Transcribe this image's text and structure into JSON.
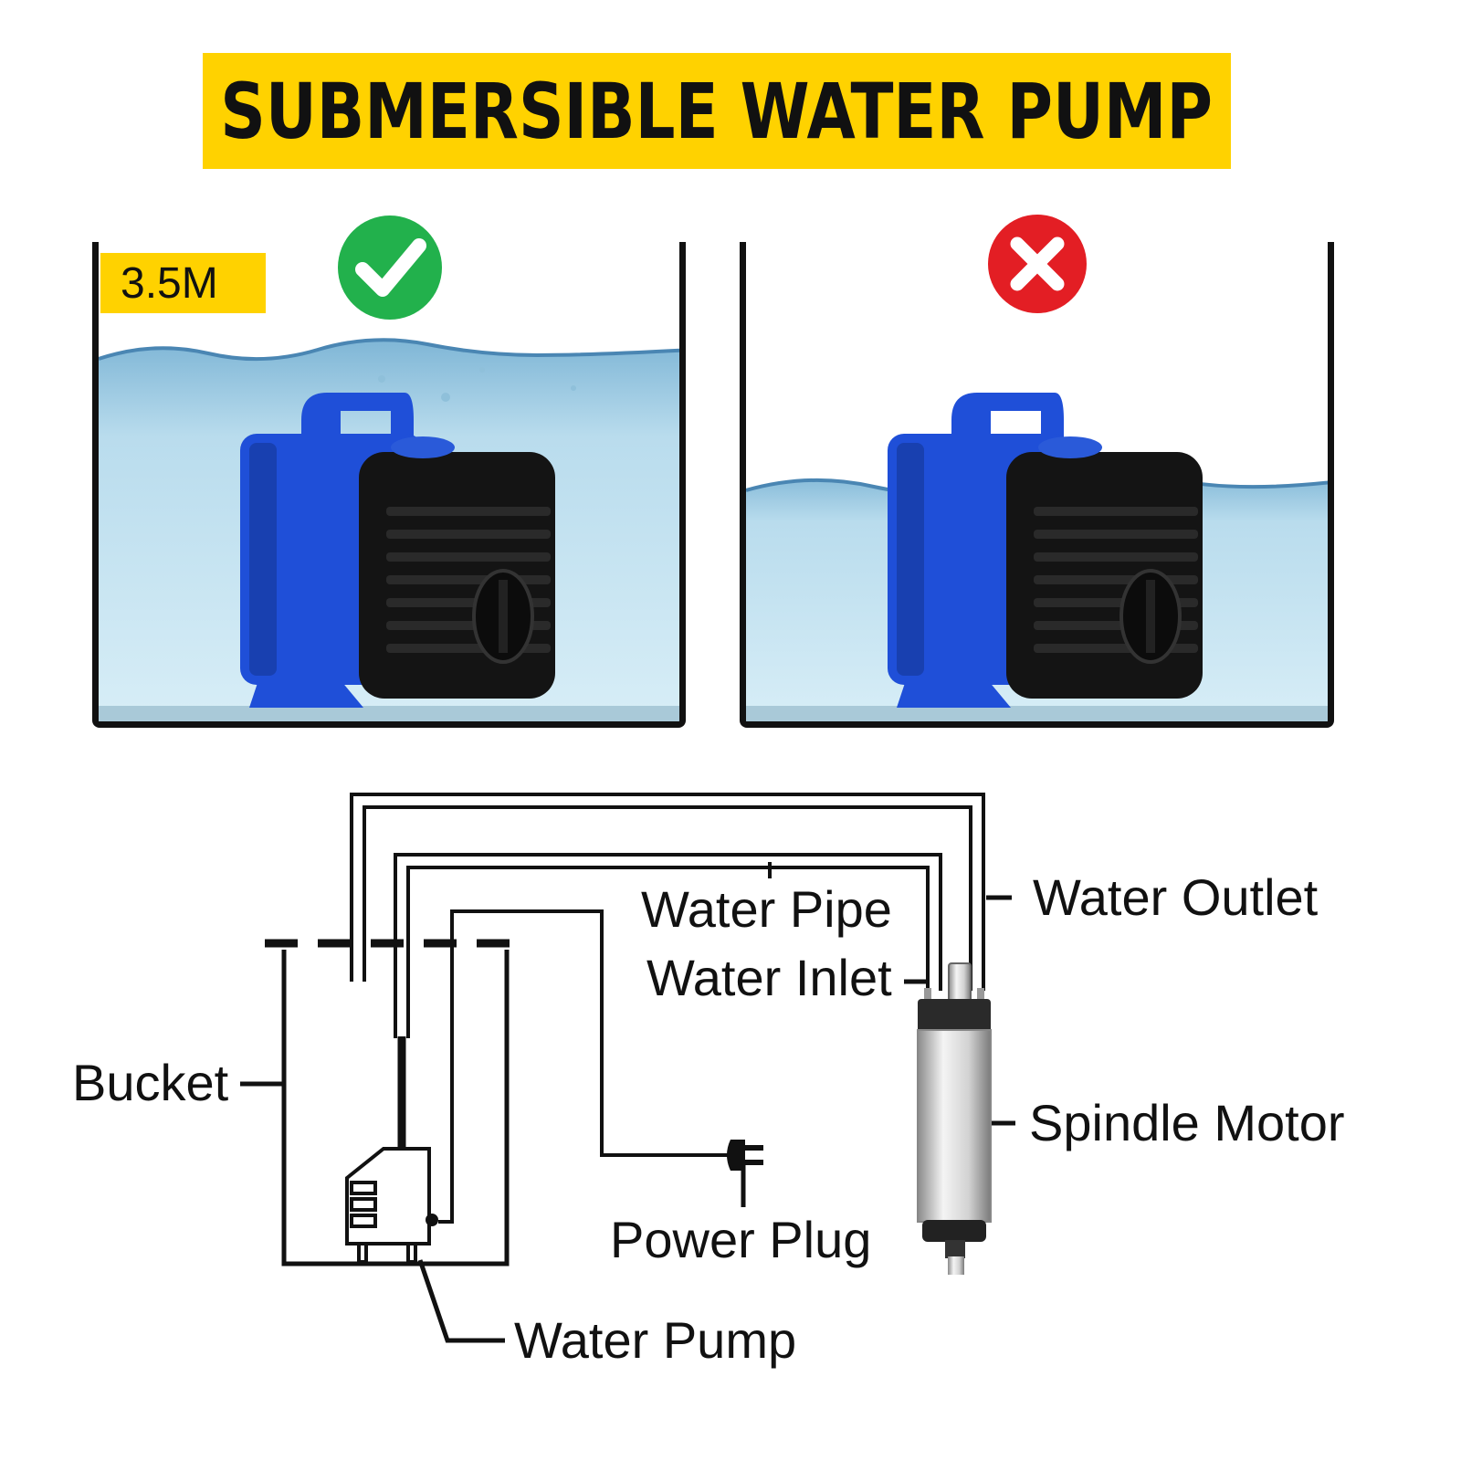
{
  "title": "SUBMERSIBLE WATER PUMP",
  "depth_label": "3.5M",
  "status_icons": {
    "correct": "check-circle-icon",
    "incorrect": "x-circle-icon"
  },
  "colors": {
    "banner": "#ffd200",
    "check": "#22b14c",
    "cross": "#e31e24",
    "pump_blue": "#1f4fd8",
    "water": "#bfe0ee"
  },
  "labels": {
    "water_outlet": "Water Outlet",
    "water_pipe": "Water Pipe",
    "water_inlet": "Water Inlet",
    "bucket": "Bucket",
    "spindle_motor": "Spindle Motor",
    "power_plug": "Power Plug",
    "water_pump": "Water Pump"
  }
}
